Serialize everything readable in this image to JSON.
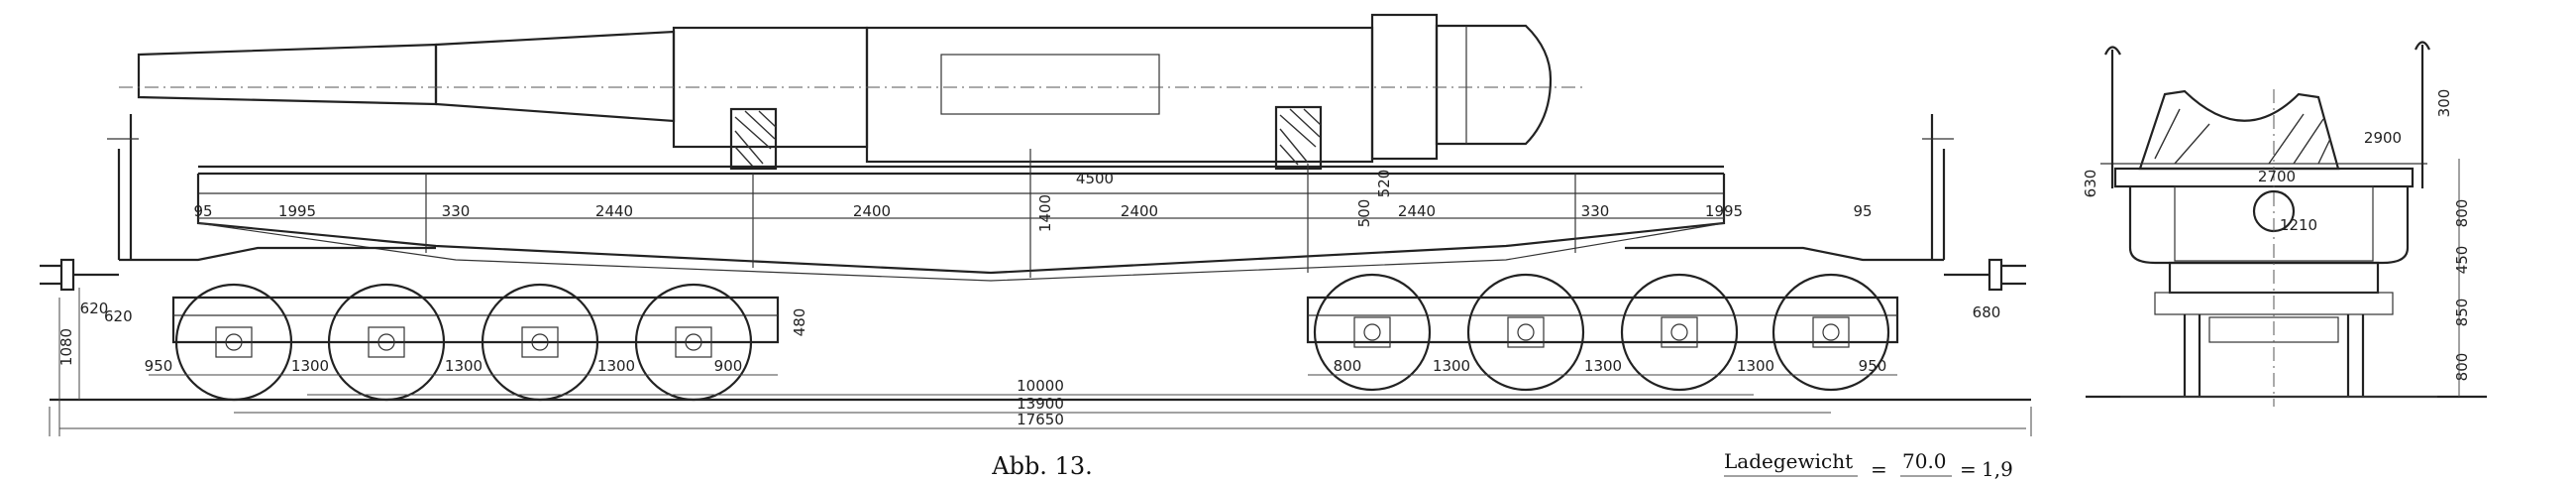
{
  "caption": "Abb. 13.",
  "ratio": {
    "label": "Ladegewicht",
    "load": "70.0",
    "equals": "=",
    "value": "1,9"
  },
  "side_view": {
    "overall_lengths": [
      "17650",
      "13900",
      "10000"
    ],
    "bogie_spacings_left": [
      "950",
      "1300",
      "1300",
      "1300",
      "900"
    ],
    "bogie_spacings_right": [
      "800",
      "1300",
      "1300",
      "1300",
      "950"
    ],
    "frame_segments": [
      "1995",
      "330",
      "2440",
      "2400",
      "2400",
      "2440",
      "330",
      "1995"
    ],
    "end_margins": [
      "95",
      "95"
    ],
    "heights": [
      "1080",
      "620",
      "620",
      "680",
      "480"
    ],
    "top_levels": [
      "4500",
      "1400",
      "500",
      "520"
    ]
  },
  "end_view": {
    "widths": [
      "2900",
      "2700",
      "1210"
    ],
    "heights": [
      "630",
      "800",
      "450",
      "850",
      "800",
      "300"
    ]
  }
}
